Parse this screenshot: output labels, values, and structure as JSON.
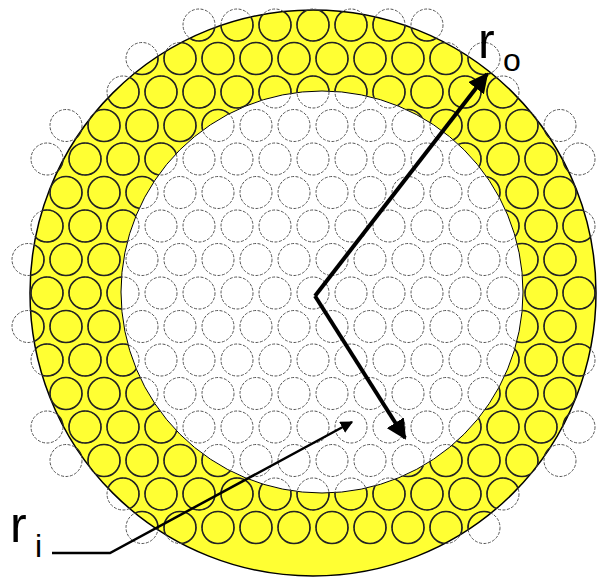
{
  "diagram": {
    "labels": [
      "r",
      "o",
      "r",
      "i"
    ]
  }
}
